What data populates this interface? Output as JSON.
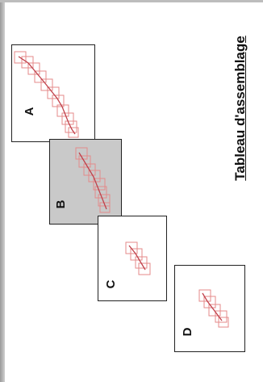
{
  "title": "Tableau d'assemblage",
  "sheets": [
    {
      "label": "A",
      "shaded": false
    },
    {
      "label": "B",
      "shaded": true
    },
    {
      "label": "C",
      "shaded": false
    },
    {
      "label": "D",
      "shaded": false
    }
  ],
  "colors": {
    "tile": "#e48a8a",
    "track": "#c0404a",
    "shaded_sheet": "#c9c9c9"
  }
}
